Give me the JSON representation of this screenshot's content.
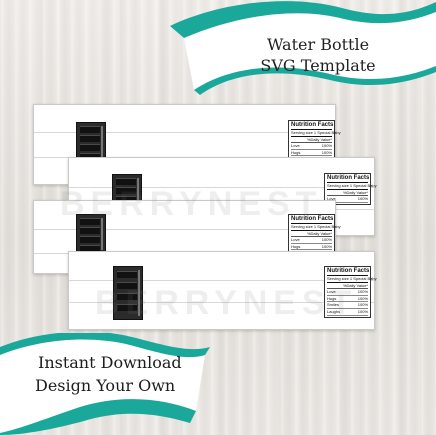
{
  "header": {
    "title_line1": "Water Bottle",
    "title_line2": "SVG Template"
  },
  "promo": {
    "line1": "Instant Download",
    "line2": "Design Your Own"
  },
  "colors": {
    "accent": "#1aa89a",
    "accent_dark": "#0e7e73",
    "label_bg": "#ffffff"
  },
  "nutrition_facts": {
    "title": "Nutrition Facts",
    "serving": "Serving size  1 Special Baby",
    "daily_value": "%Daily Value*",
    "rows": [
      {
        "name": "Love",
        "value": "100%"
      },
      {
        "name": "Hugs",
        "value": "100%"
      },
      {
        "name": "Smiles",
        "value": "100%"
      },
      {
        "name": "Laughs",
        "value": "100%"
      }
    ]
  },
  "watermark": "BERRYNEST"
}
